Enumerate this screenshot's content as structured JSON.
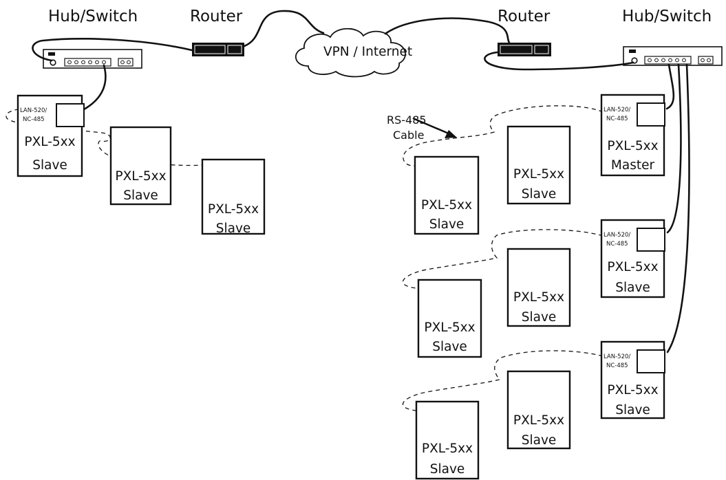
{
  "labels": {
    "hub_left": "Hub/Switch",
    "hub_right": "Hub/Switch",
    "router_left": "Router",
    "router_right": "Router",
    "cloud": "VPN / Internet",
    "rs485_line1": "RS-485",
    "rs485_line2": "Cable"
  },
  "devices": [
    {
      "id": "L1",
      "model": "PXL-5xx",
      "role": "Slave",
      "adapter": [
        "LAN-520/",
        "NC-485"
      ]
    },
    {
      "id": "L2",
      "model": "PXL-5xx",
      "role": "Slave"
    },
    {
      "id": "L3",
      "model": "PXL-5xx",
      "role": "Slave"
    },
    {
      "id": "M",
      "model": "PXL-5xx",
      "role": "Master",
      "adapter": [
        "LAN-520/",
        "NC-485"
      ]
    },
    {
      "id": "R1a",
      "model": "PXL-5xx",
      "role": "Slave"
    },
    {
      "id": "R1b",
      "model": "PXL-5xx",
      "role": "Slave"
    },
    {
      "id": "S2",
      "model": "PXL-5xx",
      "role": "Slave",
      "adapter": [
        "LAN-520/",
        "NC-485"
      ]
    },
    {
      "id": "R2a",
      "model": "PXL-5xx",
      "role": "Slave"
    },
    {
      "id": "R2b",
      "model": "PXL-5xx",
      "role": "Slave"
    },
    {
      "id": "S3",
      "model": "PXL-5xx",
      "role": "Slave",
      "adapter": [
        "LAN-520/",
        "NC-485"
      ]
    },
    {
      "id": "R3a",
      "model": "PXL-5xx",
      "role": "Slave"
    },
    {
      "id": "R3b",
      "model": "PXL-5xx",
      "role": "Slave"
    }
  ]
}
